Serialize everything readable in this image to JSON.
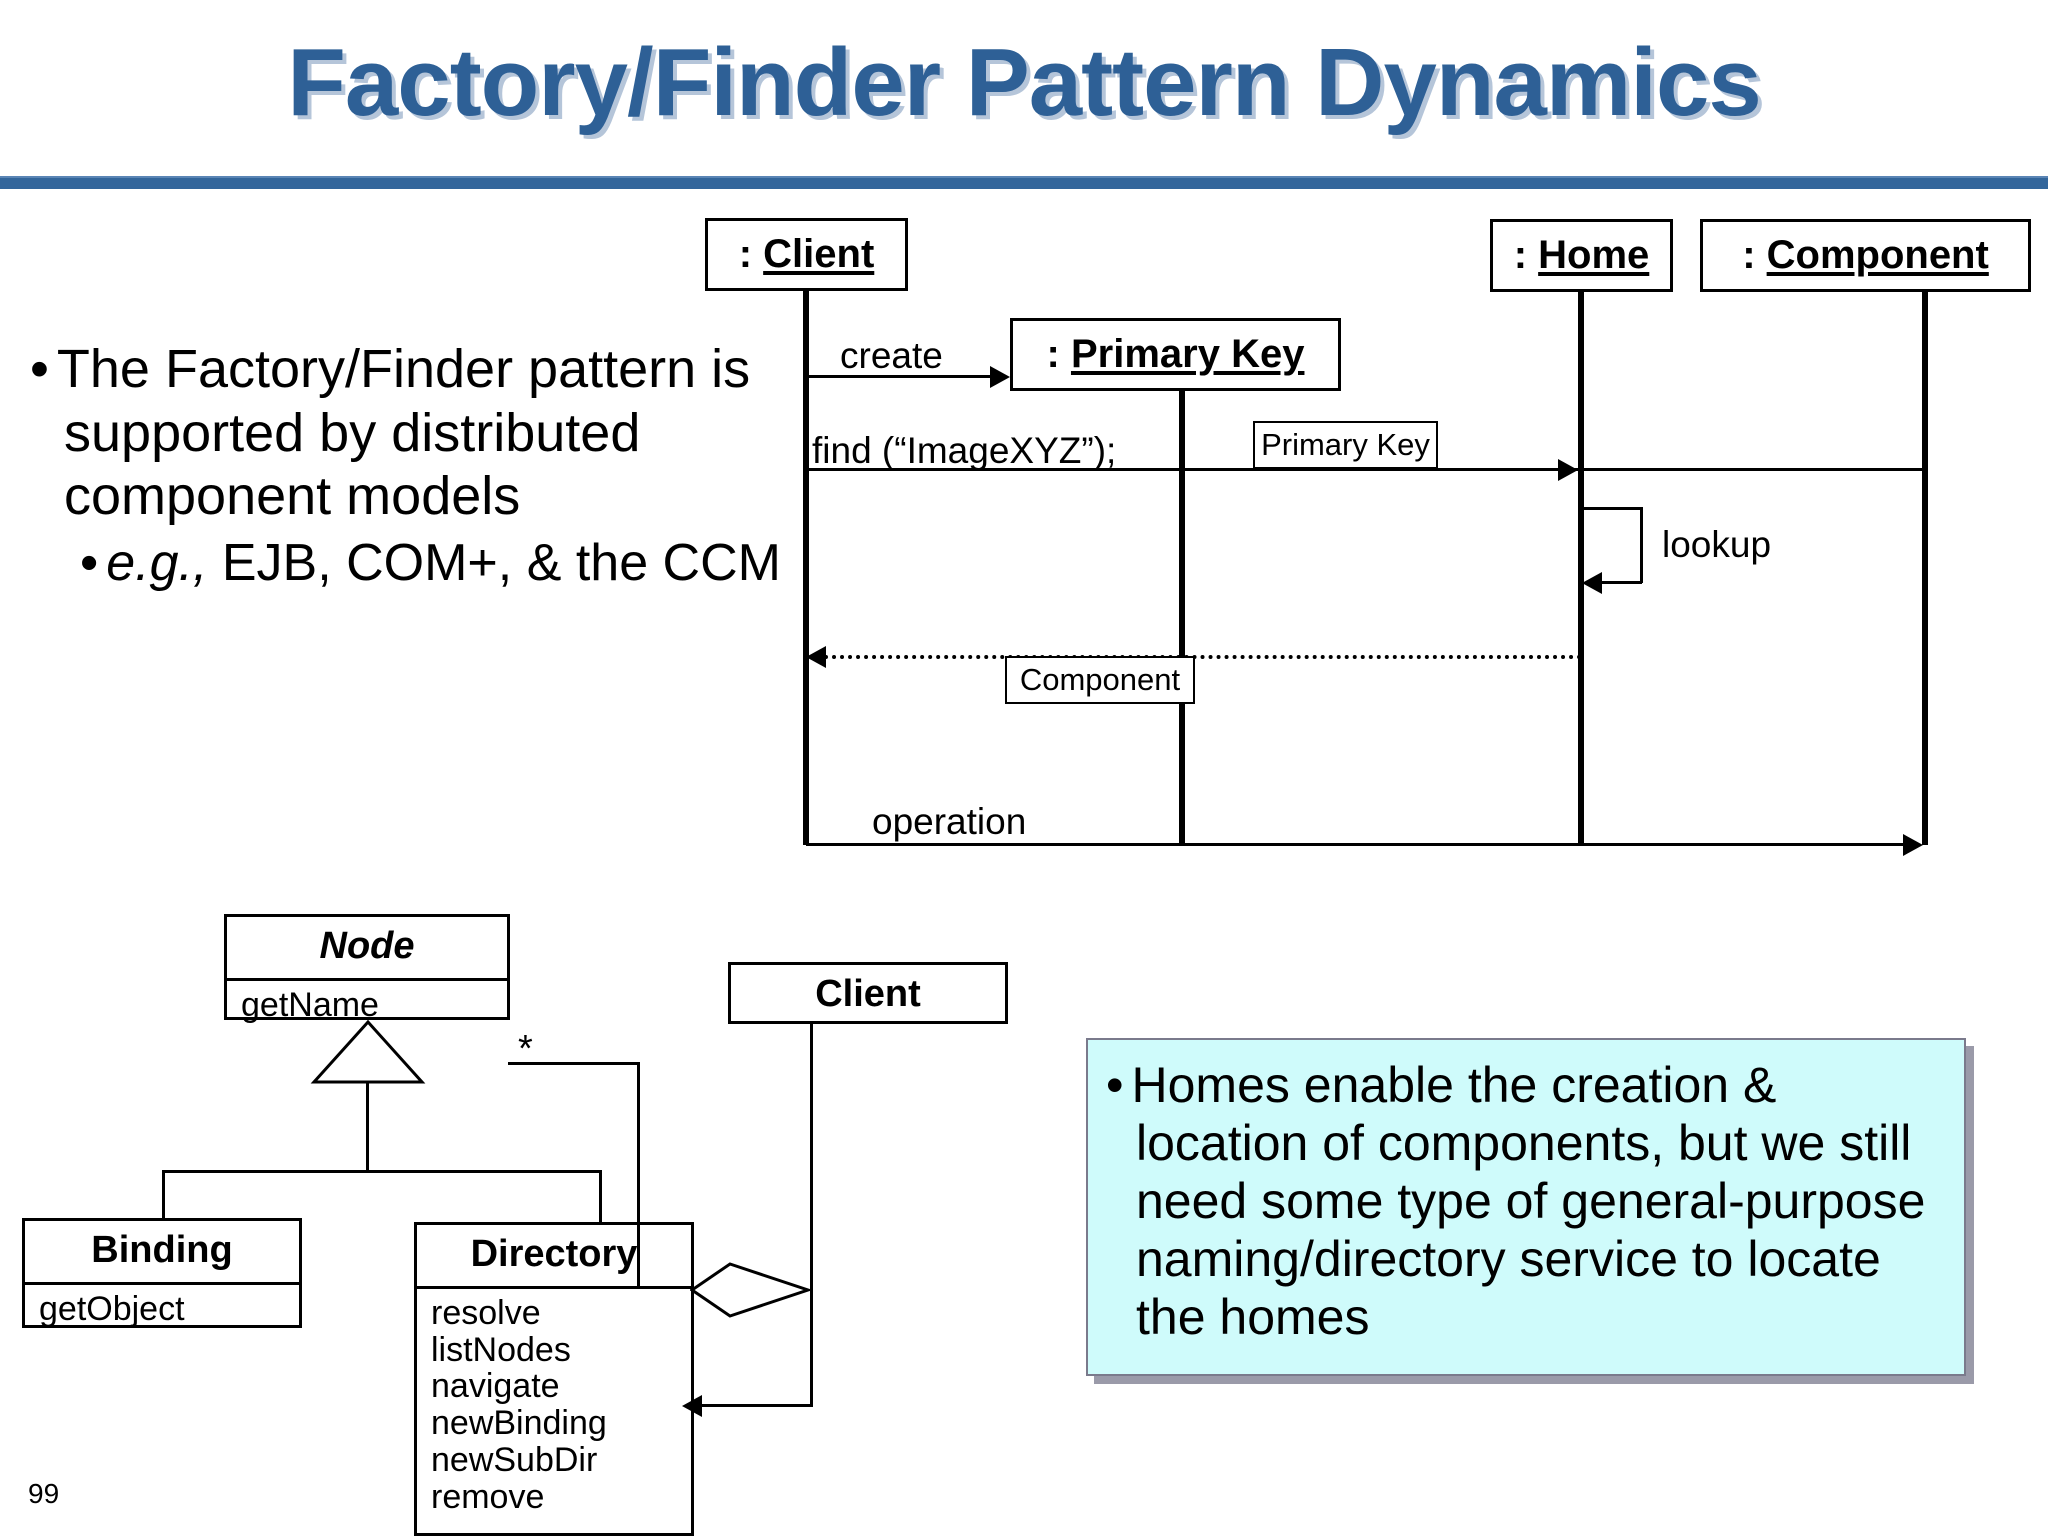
{
  "slide": {
    "title": "Factory/Finder Pattern Dynamics",
    "page_number": "99",
    "title_color": "#2E6096",
    "rule_color": "#33669B",
    "note_fill": "#CFFBFB"
  },
  "bullets": {
    "main": "The Factory/Finder pattern is supported by distributed component models",
    "sub_lead": "e.g.,",
    "sub_rest": " EJB, COM+, & the CCM"
  },
  "sequence_diagram": {
    "participants": [
      {
        "name": "client",
        "label": ": Client",
        "underlined": "Client"
      },
      {
        "name": "primary-key",
        "label": ": Primary Key",
        "underlined": "Primary Key"
      },
      {
        "name": "home",
        "label": ": Home",
        "underlined": "Home"
      },
      {
        "name": "component",
        "label": ": Component",
        "underlined": "Component"
      }
    ],
    "messages": [
      {
        "name": "create",
        "label": "create",
        "from": "client",
        "to": "primary-key",
        "style": "solid"
      },
      {
        "name": "find",
        "label": "find (“ImageXYZ”);",
        "from": "client",
        "to": "home",
        "style": "solid"
      },
      {
        "name": "find-param",
        "label": "Primary Key",
        "kind": "parameter-box"
      },
      {
        "name": "lookup",
        "label": "lookup",
        "from": "home",
        "to": "home",
        "style": "self-call"
      },
      {
        "name": "return-component",
        "label": "Component",
        "from": "home",
        "to": "client",
        "style": "dotted-return"
      },
      {
        "name": "operation",
        "label": "operation",
        "from": "client",
        "to": "component",
        "style": "solid"
      }
    ]
  },
  "class_diagram": {
    "classes": [
      {
        "name": "node",
        "title": "Node",
        "abstract": true,
        "operations": [
          "getName"
        ]
      },
      {
        "name": "binding",
        "title": "Binding",
        "abstract": false,
        "operations": [
          "getObject"
        ]
      },
      {
        "name": "directory",
        "title": "Directory",
        "abstract": false,
        "operations": [
          "resolve",
          "listNodes",
          "navigate",
          "newBinding",
          "newSubDir",
          "remove"
        ]
      },
      {
        "name": "client",
        "title": "Client",
        "abstract": false,
        "operations": []
      }
    ],
    "multiplicity": "*",
    "relations": [
      {
        "name": "generalization",
        "from": "binding",
        "to": "node",
        "kind": "inheritance"
      },
      {
        "name": "generalization-2",
        "from": "directory",
        "to": "node",
        "kind": "inheritance"
      },
      {
        "name": "aggregation",
        "from": "directory",
        "to": "node",
        "kind": "aggregation",
        "multiplicity": "*"
      },
      {
        "name": "client-uses-directory",
        "from": "client",
        "to": "directory",
        "kind": "association"
      }
    ]
  },
  "note": {
    "text": "Homes enable the creation & location of components, but we still need some type of general-purpose naming/directory service to locate the homes"
  }
}
